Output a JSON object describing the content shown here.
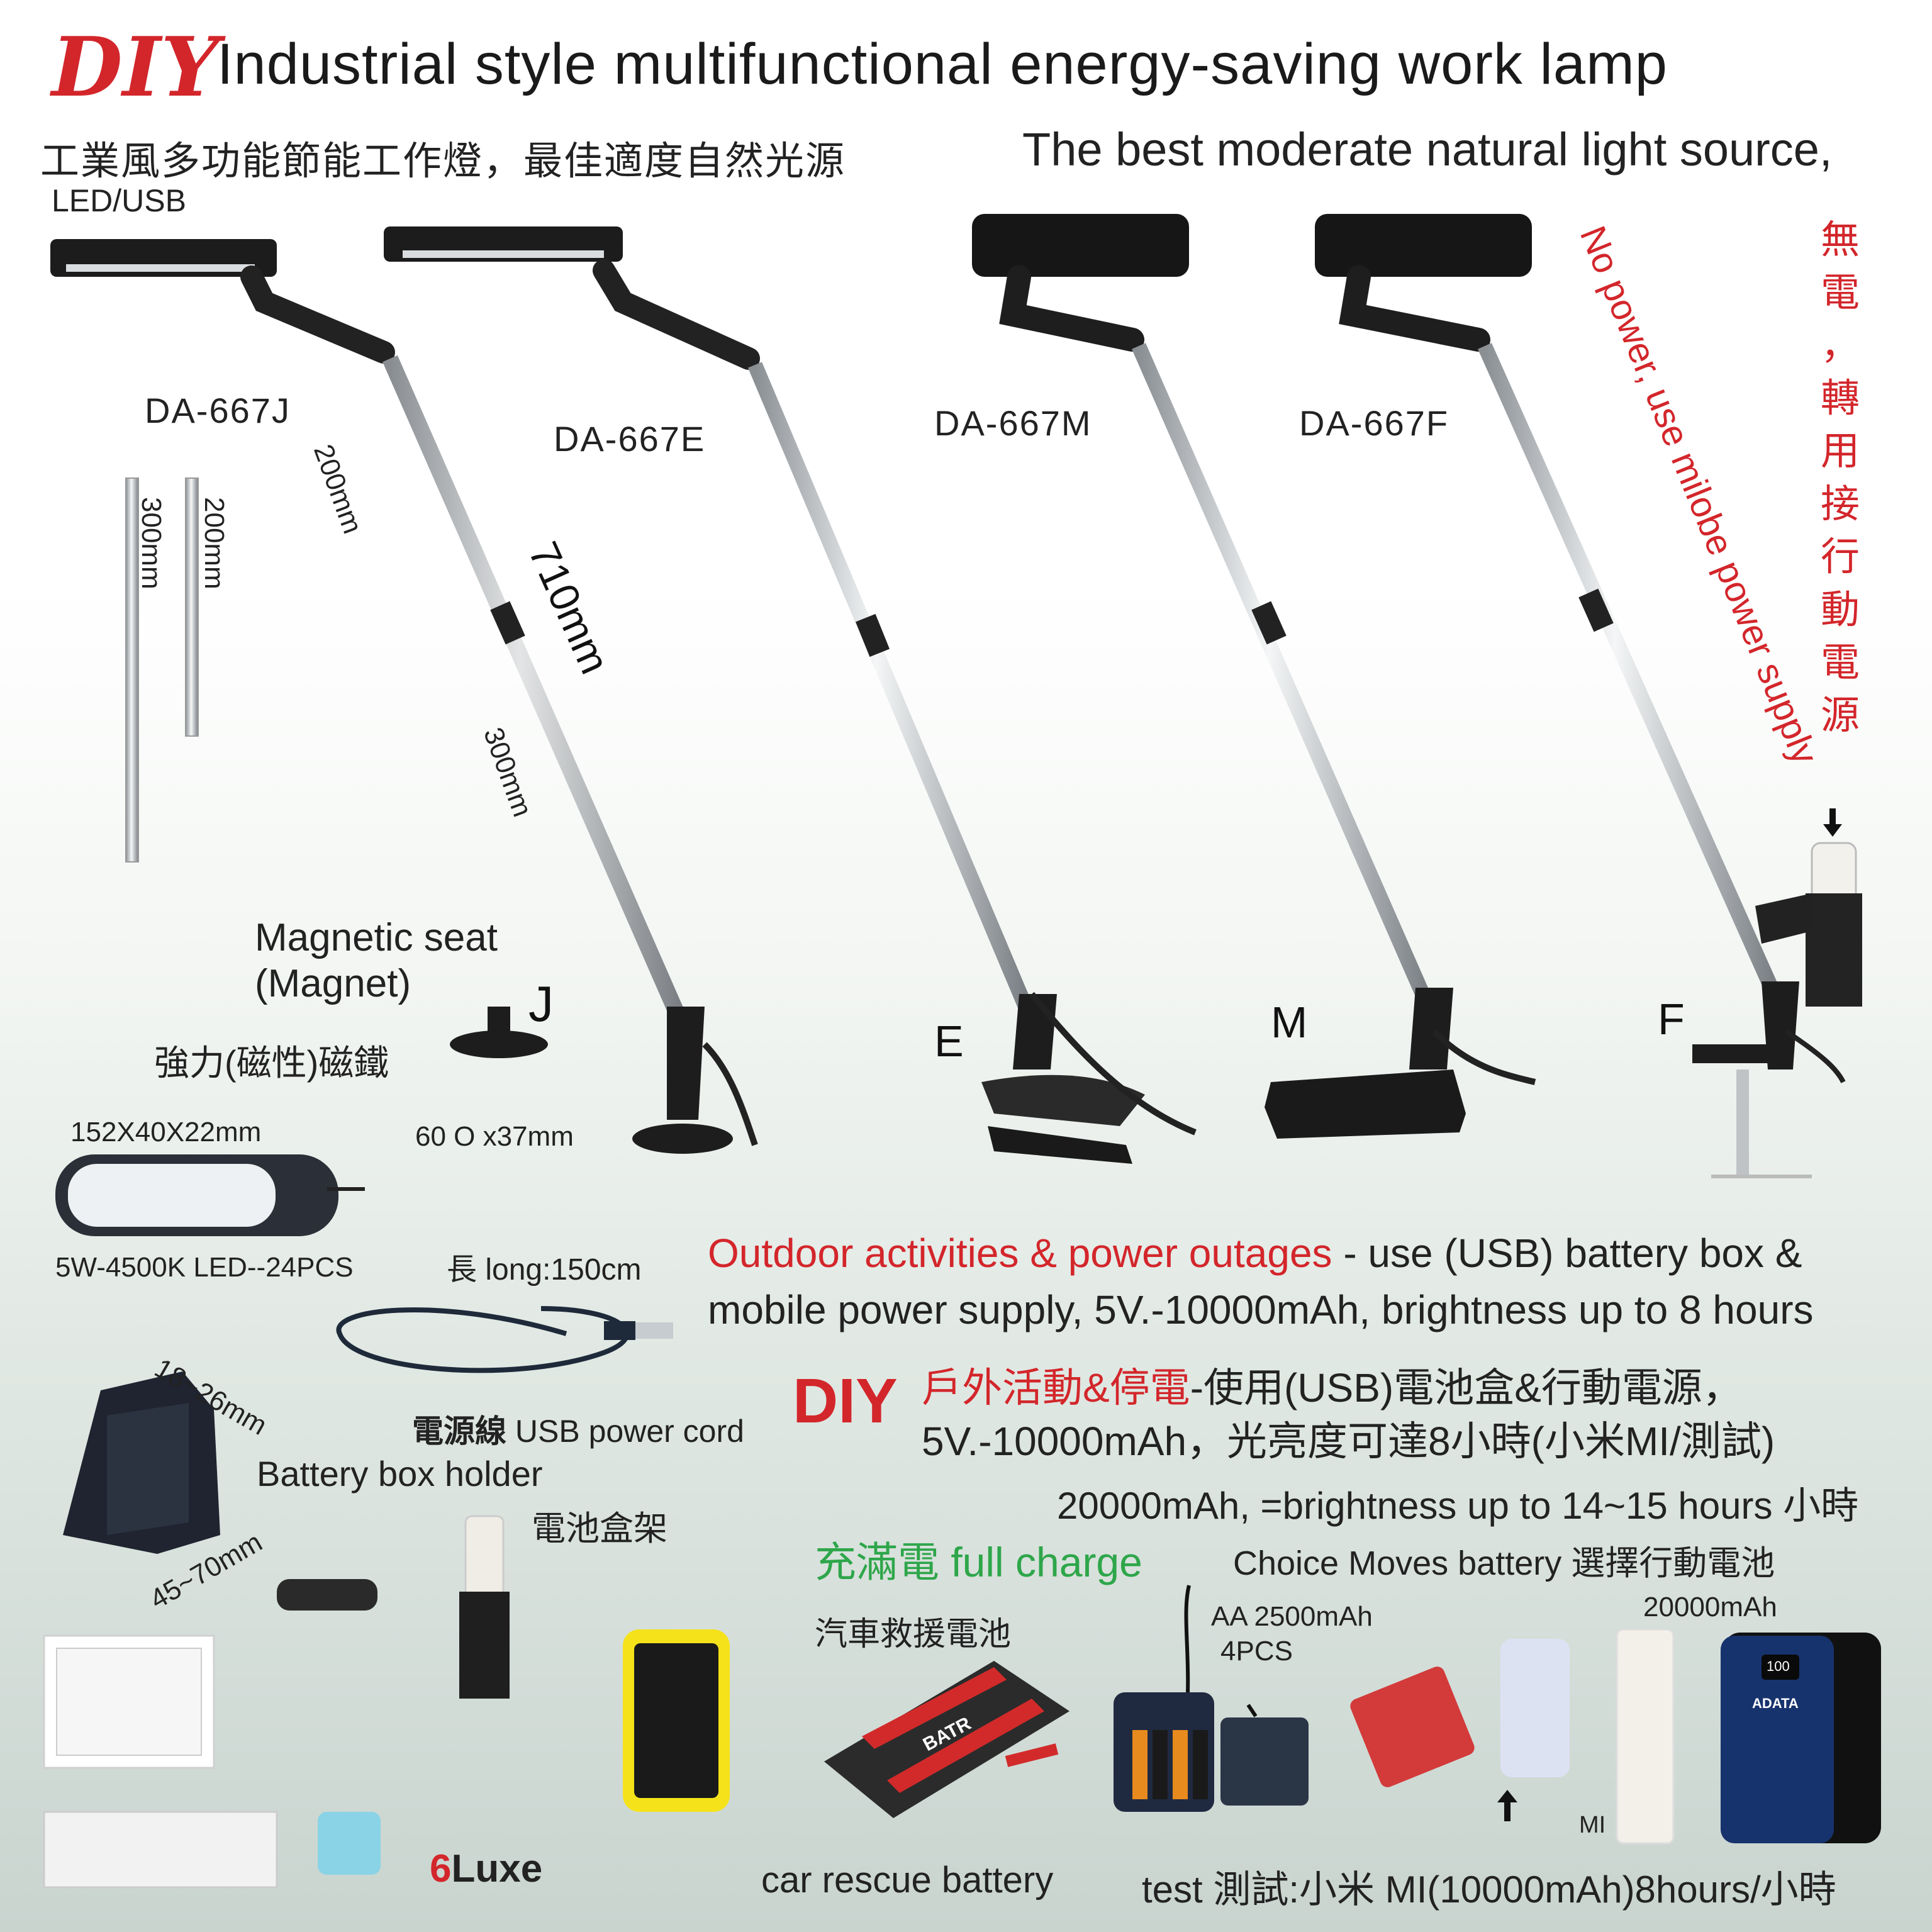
{
  "header": {
    "logo": "DIY",
    "title": "Industrial style multifunctional energy-saving work lamp",
    "subtitle_cn": "工業風多功能節能工作燈，最佳適度自然光源",
    "subtitle_en": "The best moderate natural light source,",
    "tag": "LED/USB"
  },
  "models": {
    "j": "DA-667J",
    "e": "DA-667E",
    "m": "DA-667M",
    "f": "DA-667F",
    "letter_j": "J",
    "letter_e": "E",
    "letter_m": "M",
    "letter_f": "F"
  },
  "dimensions": {
    "d200_a": "200mm",
    "d300_a": "300mm",
    "d200_b": "200mm",
    "d710": "710mm",
    "d300_b": "300mm"
  },
  "no_power": {
    "en": "No power, use milobe power supply",
    "cn": [
      "無",
      "電",
      "，",
      "轉",
      "用",
      "接",
      "行",
      "動",
      "電",
      "源"
    ]
  },
  "magnet": {
    "title_line1": "Magnetic seat",
    "title_line2": "(Magnet)",
    "cn": "強力(磁性)磁鐵",
    "size": "60 O x37mm"
  },
  "led_panel": {
    "size": "152X40X22mm",
    "spec": "5W-4500K  LED--24PCS"
  },
  "cord": {
    "length": "長 long:150cm",
    "label_cn": "電源線",
    "label_en": "USB power cord"
  },
  "holder": {
    "range_top": "18~26mm",
    "range_bottom": "45~70mm",
    "label_en": "Battery box holder",
    "label_cn": "電池盒架"
  },
  "outdoor": {
    "line1_red": "Outdoor activities & power outages",
    "line1_rest": " - use (USB) battery box &",
    "line2": "mobile power supply, 5V.-10000mAh, brightness up to 8 hours",
    "diy": "DIY",
    "cn1_red": "戶外活動&停電",
    "cn1_rest": "-使用(USB)電池盒&行動電源，",
    "cn2": "5V.-10000mAh，光亮度可達8小時(小米MI/測試)",
    "line3": "20000mAh, =brightness up to 14~15 hours 小時"
  },
  "batteries": {
    "full_charge": "充滿電 full charge",
    "choice": "Choice Moves battery  選擇行動電池",
    "car_cn": "汽車救援電池",
    "aa": "AA 2500mAh",
    "aa_pcs": "4PCS",
    "mah20000": "20000mAh",
    "mi": "MI",
    "car_en": "car rescue battery",
    "test": "test 測試:小米 MI(10000mAh)8hours/小時",
    "brand": "6Luxe",
    "batr": "BATR",
    "adata": "ADATA",
    "display": "100"
  }
}
